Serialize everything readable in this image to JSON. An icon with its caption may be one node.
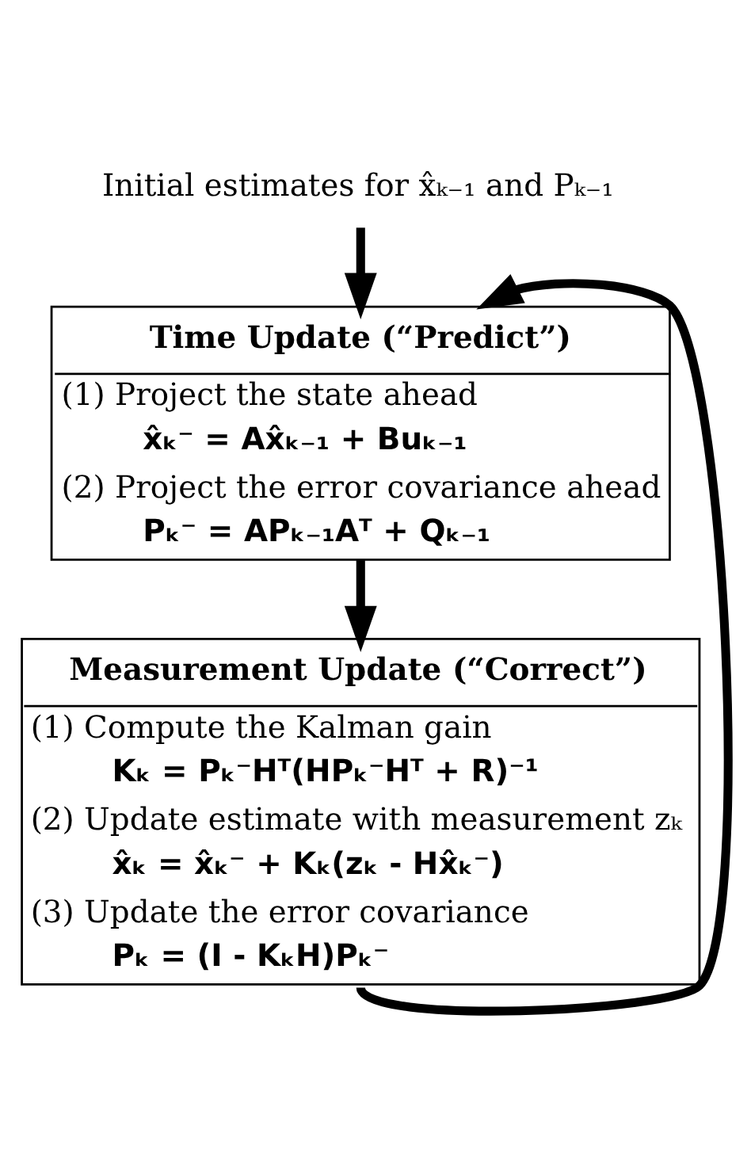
{
  "diagram": {
    "nodes": [
      {
        "text": [
          "Initial estimates for x̂ₖ₋₁ and Pₖ₋₁"
        ]
      },
      {
        "text": [
          "Time Update (“Predict”)",
          "(1) Project the state ahead",
          "x̂ₖ⁻ = Ax̂ₖ₋₁ + Buₖ₋₁",
          "(2) Project the error covariance ahead",
          "Pₖ⁻ = APₖ₋₁Aᵀ + Qₖ₋₁"
        ]
      },
      {
        "text": [
          "Measurement Update (“Correct”)",
          "(1) Compute the Kalman gain",
          "Kₖ = Pₖ⁻Hᵀ(HPₖ⁻Hᵀ + R)⁻¹",
          "(2) Update estimate with measurement zₖ",
          "x̂ₖ = x̂ₖ⁻ + Kₖ(zₖ - Hx̂ₖ⁻)",
          "(3) Update the error covariance",
          "Pₖ = (I - KₖH)Pₖ⁻"
        ]
      }
    ],
    "edges": [
      {
        "from": 0,
        "to": 1,
        "arrow": "to"
      },
      {
        "from": 1,
        "to": 2,
        "arrow": "to"
      },
      {
        "from": 2,
        "to": 1,
        "arrow": "to"
      }
    ]
  }
}
